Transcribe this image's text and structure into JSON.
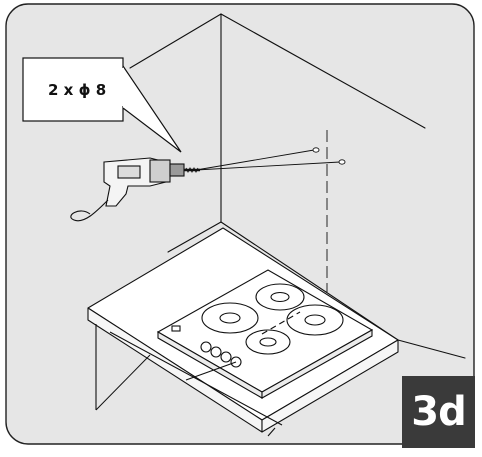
{
  "callout": {
    "label": "2 x",
    "diameter_symbol": "ϕ",
    "value": "8"
  },
  "step_badge": {
    "label": "3d"
  },
  "colors": {
    "frame_fill": "#e6e6e6",
    "line": "#111111",
    "badge": "#3a3a3a",
    "badge_text": "#ffffff"
  },
  "icons": [
    "drill-icon",
    "hob-icon"
  ]
}
